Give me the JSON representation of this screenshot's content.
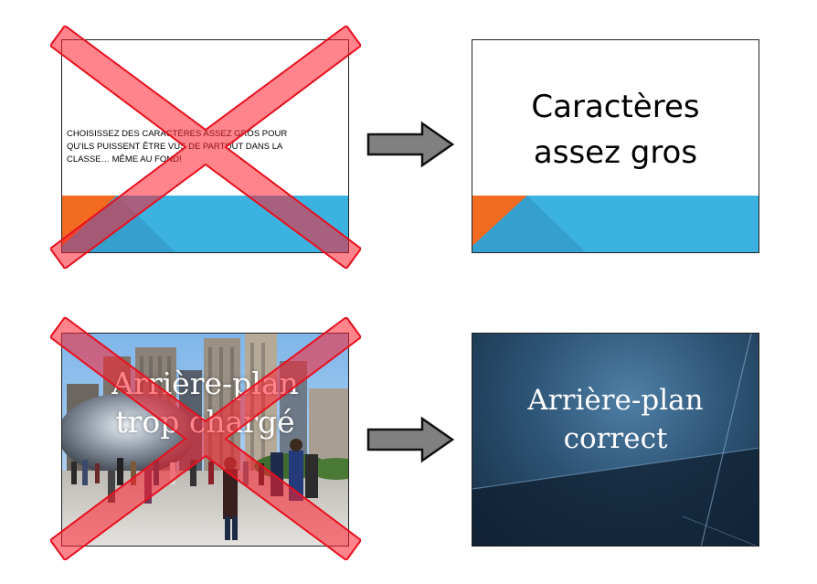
{
  "slides": {
    "top_left": {
      "text_line1": "CHOISISSEZ DES CARACTÈRES ASSEZ GROS POUR",
      "text_line2": "QU'ILS PUISSENT ÊTRE VUS DE PARTOUT DANS LA",
      "text_line3": "CLASSE… MÊME AU FOND!"
    },
    "top_right": {
      "title_line1": "Caractères",
      "title_line2": "assez gros"
    },
    "bottom_left": {
      "title_line1": "Arrière-plan",
      "title_line2": "trop chargé"
    },
    "bottom_right": {
      "title_line1": "Arrière-plan",
      "title_line2": "correct"
    }
  },
  "colors": {
    "band_blue": "#3cb2e0",
    "band_orange": "#f26b21",
    "cross_red": "#ff1f2e",
    "arrow_gray": "#808080"
  },
  "icons": {
    "wrong": "red-x-icon",
    "arrow": "right-arrow-icon"
  }
}
